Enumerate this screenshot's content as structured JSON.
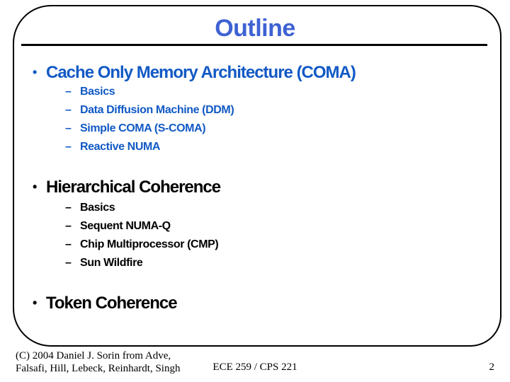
{
  "slide": {
    "title": "Outline",
    "page_number": "2",
    "footer_left_line1": "(C) 2004 Daniel J. Sorin from Adve,",
    "footer_left_line2": "Falsafi, Hill, Lebeck, Reinhardt, Singh",
    "footer_center": "ECE 259 / CPS 221"
  },
  "bullets": {
    "level1": "•",
    "level2": "–"
  },
  "colors": {
    "title_blue": "#3E62D3",
    "body_blue": "#1159C5",
    "text": "#000000",
    "border": "#000000"
  },
  "sections": [
    {
      "title": "Cache Only Memory Architecture (COMA)",
      "color": "blue",
      "items": [
        "Basics",
        "Data Diffusion Machine (DDM)",
        "Simple COMA (S-COMA)",
        "Reactive NUMA"
      ]
    },
    {
      "title": "Hierarchical Coherence",
      "color": "black",
      "items": [
        "Basics",
        "Sequent NUMA-Q",
        "Chip Multiprocessor (CMP)",
        "Sun Wildfire"
      ]
    },
    {
      "title": "Token Coherence",
      "color": "black",
      "items": []
    }
  ]
}
